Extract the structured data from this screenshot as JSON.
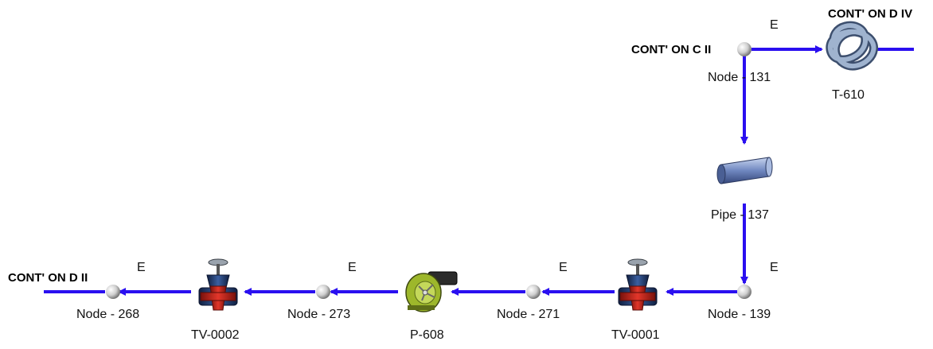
{
  "flow_label": "E",
  "labels": {
    "cont_c2": "CONT' ON C II",
    "cont_d4": "CONT' ON D IV",
    "cont_d2": "CONT' ON D II"
  },
  "components": {
    "node_131": "Node - 131",
    "tank_610": "T-610",
    "pipe_137": "Pipe - 137",
    "node_139": "Node - 139",
    "valve_0001": "TV-0001",
    "node_271": "Node - 271",
    "pump_608": "P-608",
    "node_273": "Node - 273",
    "valve_0002": "TV-0002",
    "node_268": "Node - 268"
  },
  "colors": {
    "pipe": "#2a0ff0",
    "node": "#d8d8d8",
    "valve_body": "#c8261a",
    "valve_stem": "#1f3a6e",
    "pump_body": "#9db72b",
    "coil": "#8aa2c0",
    "pipe_component": "#6f87b8"
  }
}
